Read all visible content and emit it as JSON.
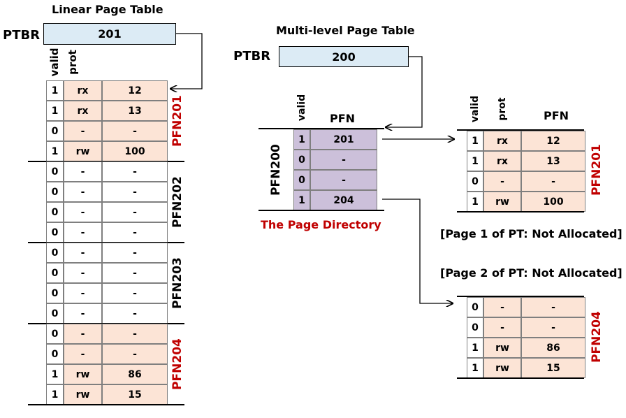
{
  "linear": {
    "title": "Linear Page Table",
    "ptbr_label": "PTBR",
    "ptbr_value": "201",
    "col_valid": "valid",
    "col_prot": "prot",
    "pages": [
      {
        "label": "PFN201",
        "highlight": true,
        "rows": [
          {
            "valid": "1",
            "prot": "rx",
            "pfn": "12"
          },
          {
            "valid": "1",
            "prot": "rx",
            "pfn": "13"
          },
          {
            "valid": "0",
            "prot": "-",
            "pfn": "-"
          },
          {
            "valid": "1",
            "prot": "rw",
            "pfn": "100"
          }
        ]
      },
      {
        "label": "PFN202",
        "highlight": false,
        "rows": [
          {
            "valid": "0",
            "prot": "-",
            "pfn": "-"
          },
          {
            "valid": "0",
            "prot": "-",
            "pfn": "-"
          },
          {
            "valid": "0",
            "prot": "-",
            "pfn": "-"
          },
          {
            "valid": "0",
            "prot": "-",
            "pfn": "-"
          }
        ]
      },
      {
        "label": "PFN203",
        "highlight": false,
        "rows": [
          {
            "valid": "0",
            "prot": "-",
            "pfn": "-"
          },
          {
            "valid": "0",
            "prot": "-",
            "pfn": "-"
          },
          {
            "valid": "0",
            "prot": "-",
            "pfn": "-"
          },
          {
            "valid": "0",
            "prot": "-",
            "pfn": "-"
          }
        ]
      },
      {
        "label": "PFN204",
        "highlight": true,
        "rows": [
          {
            "valid": "0",
            "prot": "-",
            "pfn": "-"
          },
          {
            "valid": "0",
            "prot": "-",
            "pfn": "-"
          },
          {
            "valid": "1",
            "prot": "rw",
            "pfn": "86"
          },
          {
            "valid": "1",
            "prot": "rw",
            "pfn": "15"
          }
        ]
      }
    ]
  },
  "multilevel": {
    "title": "Multi-level Page Table",
    "ptbr_label": "PTBR",
    "ptbr_value": "200",
    "directory": {
      "col_valid": "valid",
      "col_pfn": "PFN",
      "frame_label": "PFN200",
      "caption": "The Page Directory",
      "rows": [
        {
          "valid": "1",
          "pfn": "201"
        },
        {
          "valid": "0",
          "pfn": "-"
        },
        {
          "valid": "0",
          "pfn": "-"
        },
        {
          "valid": "1",
          "pfn": "204"
        }
      ]
    },
    "pt201": {
      "col_valid": "valid",
      "col_prot": "prot",
      "col_pfn": "PFN",
      "label": "PFN201",
      "rows": [
        {
          "valid": "1",
          "prot": "rx",
          "pfn": "12"
        },
        {
          "valid": "1",
          "prot": "rx",
          "pfn": "13"
        },
        {
          "valid": "0",
          "prot": "-",
          "pfn": "-"
        },
        {
          "valid": "1",
          "prot": "rw",
          "pfn": "100"
        }
      ]
    },
    "not_allocated_1": "[Page 1 of PT: Not Allocated]",
    "not_allocated_2": "[Page 2 of PT: Not Allocated]",
    "pt204": {
      "label": "PFN204",
      "rows": [
        {
          "valid": "0",
          "prot": "-",
          "pfn": "-"
        },
        {
          "valid": "0",
          "prot": "-",
          "pfn": "-"
        },
        {
          "valid": "1",
          "prot": "rw",
          "pfn": "86"
        },
        {
          "valid": "1",
          "prot": "rw",
          "pfn": "15"
        }
      ]
    }
  },
  "colors": {
    "peach": "#fce4d6",
    "lavender": "#ccc0da",
    "ptbr_fill": "#dcebf5",
    "red_label": "#c00000"
  }
}
